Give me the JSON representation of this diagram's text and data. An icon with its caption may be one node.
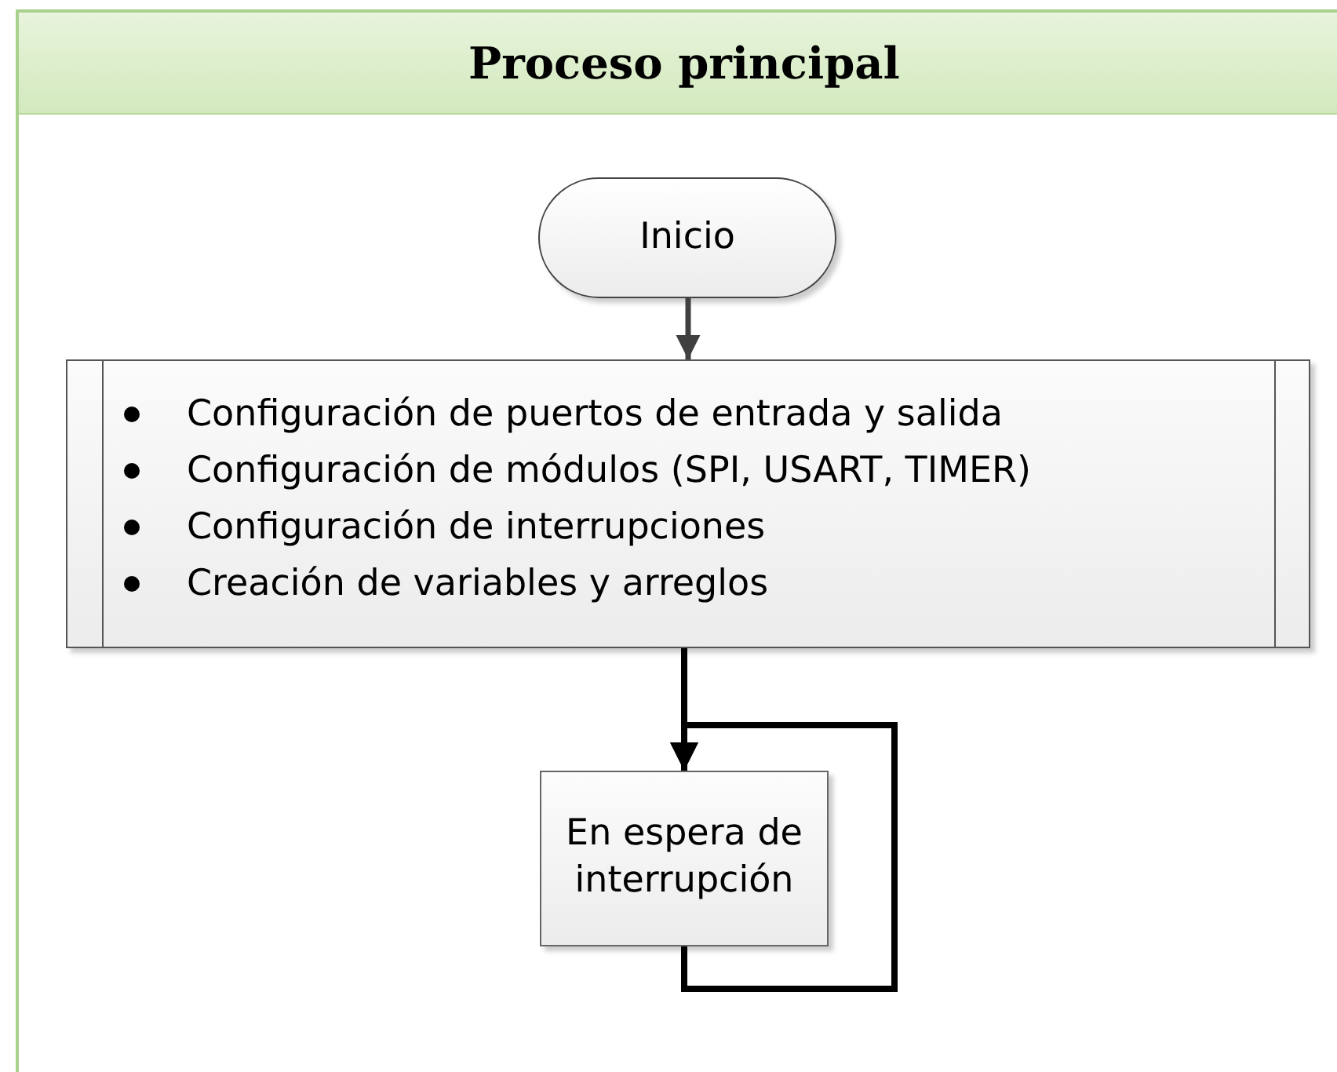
{
  "diagram": {
    "nodes": [
      {
        "text": [
          "Proceso principal"
        ]
      },
      {
        "text": [
          "Inicio"
        ],
        "in": 0
      },
      {
        "text": [
          "Configuración de puertos de entrada y salida",
          "Configuración de módulos (SPI, USART, TIMER)",
          "Configuración de interrupciones",
          "Creación de variables y arreglos"
        ],
        "in": 0
      },
      {
        "text": [
          "En espera de interrupción"
        ],
        "in": 0
      }
    ],
    "edges": [
      {
        "from": 1,
        "to": 2,
        "arrow": "to",
        "color": "#404040"
      },
      {
        "from": 2,
        "to": 3,
        "arrow": "to"
      },
      {
        "from": 3,
        "to": 3,
        "arrow": "to"
      }
    ]
  }
}
